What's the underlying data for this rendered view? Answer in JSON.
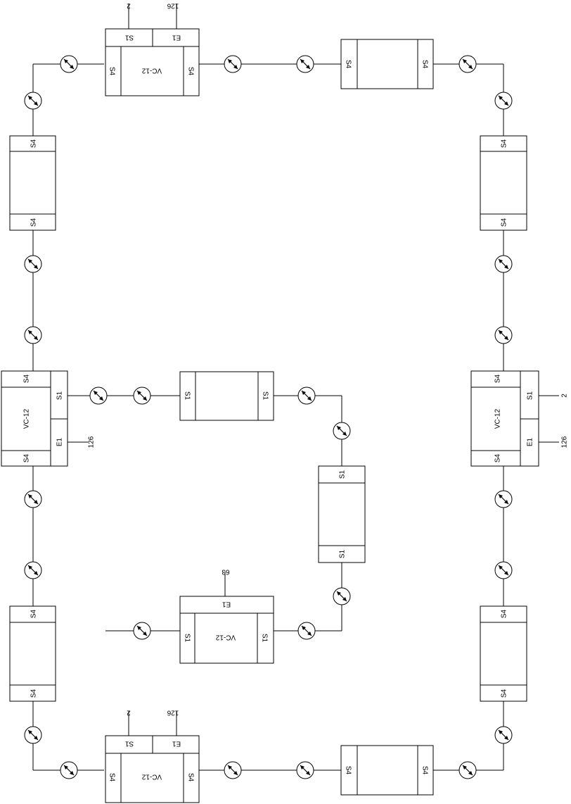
{
  "diagram": {
    "container_label": "VC-12",
    "rings": {
      "ring_east_west": "S4",
      "ring_inner": "S1"
    },
    "tributary_labels": {
      "s1": "S1",
      "e1": "E1"
    },
    "counts": {
      "top_s1": "2",
      "top_e1": "126",
      "left_e1": "126",
      "right_s1": "2",
      "right_e1": "126",
      "center_e1": "63",
      "bottom_s1": "2",
      "bottom_e1": "126"
    },
    "regenerator_icon": "regenerator-icon"
  }
}
